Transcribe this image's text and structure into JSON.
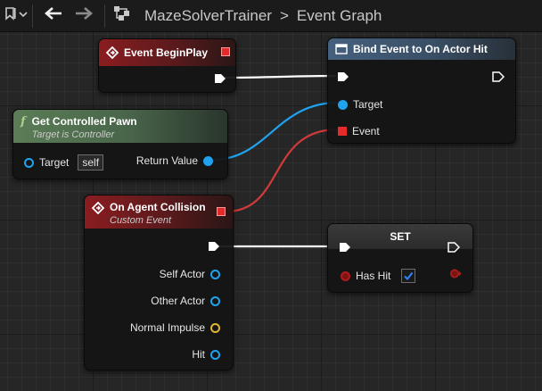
{
  "toolbar": {
    "breadcrumb": {
      "blueprint": "MazeSolverTrainer",
      "separator": ">",
      "graph": "Event Graph"
    },
    "icons": [
      "bookmark-icon",
      "chevron-down-icon",
      "back-arrow-icon",
      "forward-arrow-icon",
      "graph-hierarchy-icon"
    ]
  },
  "nodes": {
    "begin_play": {
      "title": "Event BeginPlay",
      "kind": "event"
    },
    "bind_event": {
      "title": "Bind Event to On Actor Hit",
      "kind": "function-delegate",
      "pins": {
        "target": "Target",
        "event": "Event"
      }
    },
    "get_pawn": {
      "title": "Get Controlled Pawn",
      "subtitle": "Target is Controller",
      "kind": "pure-function",
      "pins": {
        "target": "Target",
        "target_default": "self",
        "return_value": "Return Value"
      }
    },
    "on_collision": {
      "title": "On Agent Collision",
      "subtitle": "Custom Event",
      "kind": "custom-event",
      "pins": {
        "self_actor": "Self Actor",
        "other_actor": "Other Actor",
        "normal_impulse": "Normal Impulse",
        "hit": "Hit"
      }
    },
    "set_node": {
      "title": "SET",
      "kind": "variable-set",
      "variable": "Has Hit",
      "checked": true
    }
  },
  "colors": {
    "exec_wire": "#ffffff",
    "object_wire": "#1fa3ef",
    "delegate_wire": "#d23a3a",
    "event_header": "#8a1d20",
    "function_header": "#5b7d56",
    "delegate_function_header": "#45607e",
    "checkbox_check": "#2f86ff"
  }
}
